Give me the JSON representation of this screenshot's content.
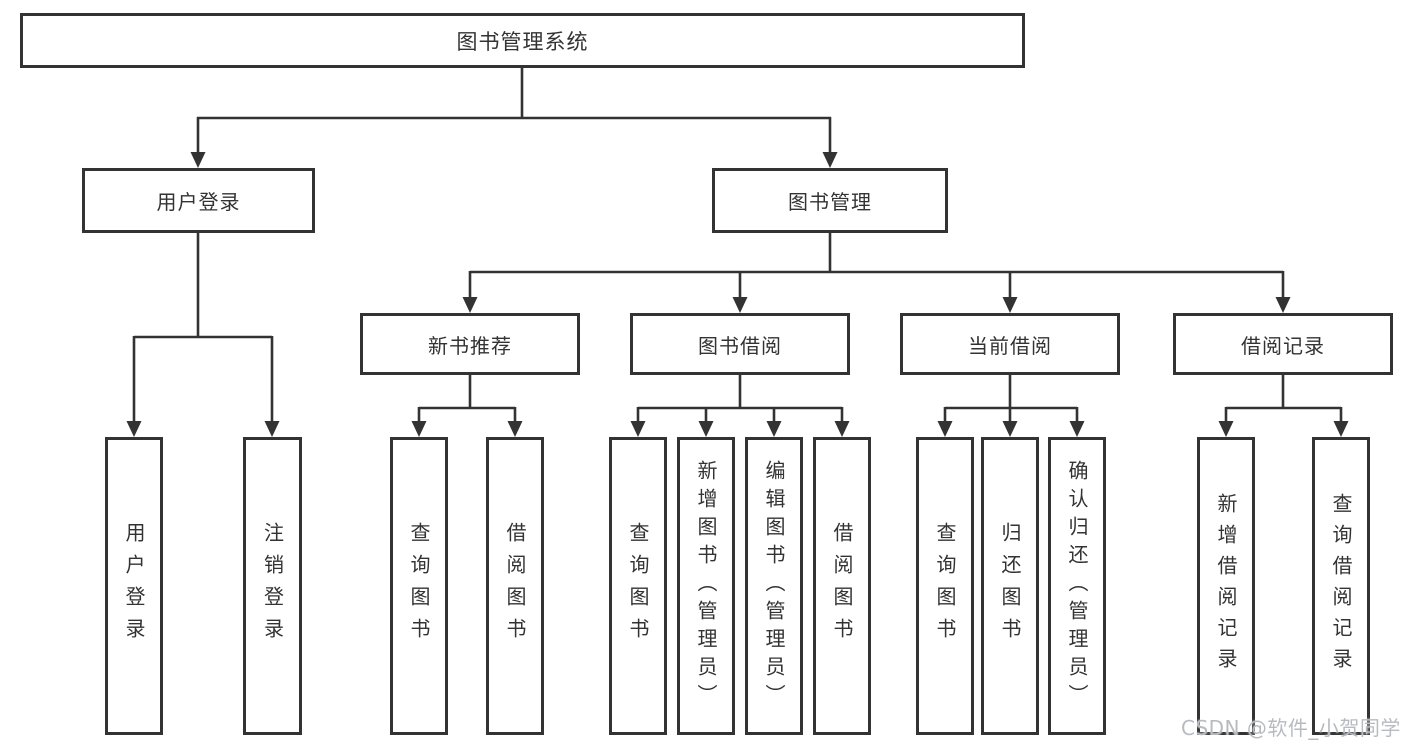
{
  "diagram": {
    "root": {
      "label": "图书管理系统"
    },
    "branches": [
      {
        "label": "用户登录",
        "children": [
          {
            "label": "用户登录"
          },
          {
            "label": "注销登录"
          }
        ]
      },
      {
        "label": "图书管理",
        "children": [
          {
            "label": "新书推荐",
            "children": [
              {
                "label": "查询图书"
              },
              {
                "label": "借阅图书"
              }
            ]
          },
          {
            "label": "图书借阅",
            "children": [
              {
                "label": "查询图书"
              },
              {
                "label": "新增图书（管理员）"
              },
              {
                "label": "编辑图书（管理员）"
              },
              {
                "label": "借阅图书"
              }
            ]
          },
          {
            "label": "当前借阅",
            "children": [
              {
                "label": "查询图书"
              },
              {
                "label": "归还图书"
              },
              {
                "label": "确认归还（管理员）"
              }
            ]
          },
          {
            "label": "借阅记录",
            "children": [
              {
                "label": "新增借阅记录"
              },
              {
                "label": "查询借阅记录"
              }
            ]
          }
        ]
      }
    ]
  },
  "watermark": {
    "text": "CSDN @软件_小贺同学"
  },
  "colors": {
    "line": "#333333",
    "box_border": "#333333",
    "text": "#333333",
    "watermark": "#b7bbc1",
    "background": "#ffffff"
  }
}
